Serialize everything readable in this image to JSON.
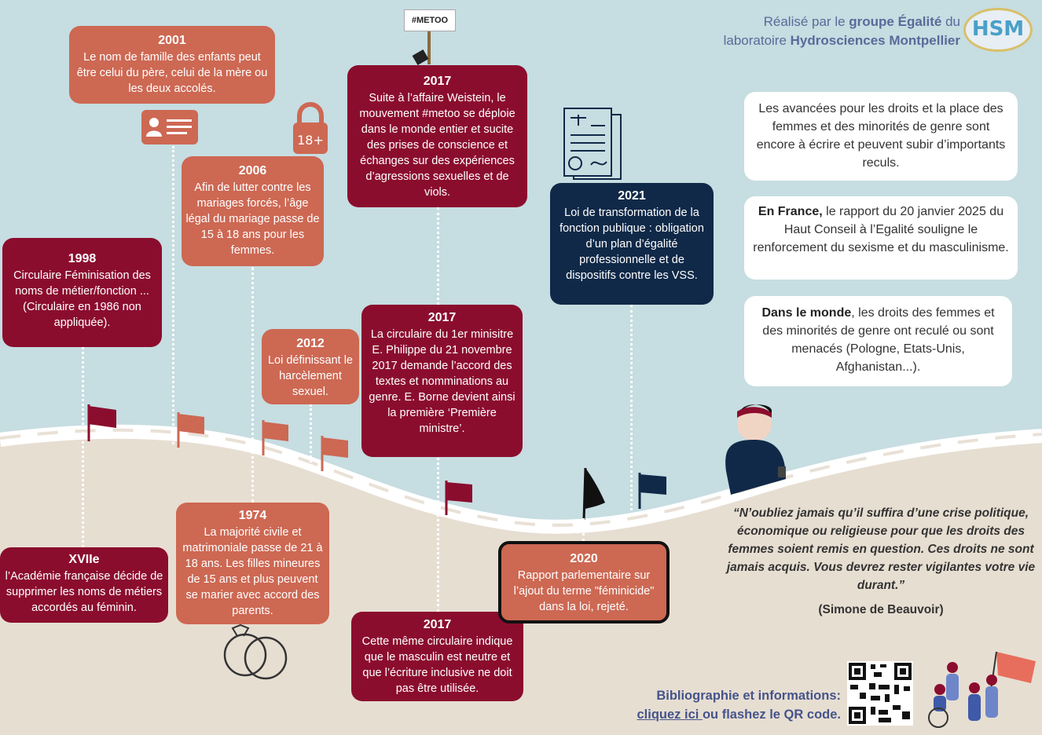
{
  "header": {
    "line1_prefix": "Réalisé par le ",
    "line1_bold": "groupe Égalité",
    "line1_suffix": " du",
    "line2_prefix": "laboratoire ",
    "line2_bold": "Hydrosciences Montpellier",
    "logo": "HSM"
  },
  "metoo_sign": "#METOO",
  "events": {
    "e1998": {
      "year": "1998",
      "text": "Circulaire Féminisation des noms de métier/fonction ... (Circulaire en 1986 non appliquée)."
    },
    "e2001": {
      "year": "2001",
      "text": "Le nom de famille des enfants peut être celui du père, celui de la mère ou les deux accolés."
    },
    "e2006": {
      "year": "2006",
      "text": "Afin de lutter contre les mariages forcés, l’âge légal du mariage passe de 15 à 18 ans pour les femmes."
    },
    "e2012": {
      "year": "2012",
      "text": "Loi définissant le harcèlement sexuel."
    },
    "e2017a": {
      "year": "2017",
      "text": "Suite à l’affaire Weistein, le mouvement #metoo se déploie dans le monde entier et sucite des prises de conscience et échanges sur des expériences d’agressions sexuelles et de viols."
    },
    "e2017b": {
      "year": "2017",
      "text": "La circulaire du 1er minisitre E. Philippe du 21 novembre 2017 demande l’accord des textes et nomminations au genre. E. Borne devient ainsi la première ‘Première ministre’."
    },
    "e2021": {
      "year": "2021",
      "text": "Loi de transformation de la fonction publique : obligation d’un plan d’égalité professionnelle et de dispositifs contre les VSS."
    },
    "eXVII": {
      "year": "XVIIe",
      "text": "l’Académie française décide de supprimer les noms de métiers accordés au féminin."
    },
    "e1974": {
      "year": "1974",
      "text": "La majorité civile et matrimoniale passe de 21 à 18 ans. Les filles mineures de 15 ans et plus peuvent se marier avec accord des parents."
    },
    "e2017c": {
      "year": "2017",
      "text": "Cette même circulaire indique que le masculin est neutre et que l’écriture inclusive ne doit pas être utilisée."
    },
    "e2020": {
      "year": "2020",
      "text": "Rapport parlementaire sur l’ajout du terme \"féminicide\" dans la loi, rejeté."
    }
  },
  "info": {
    "box1": "Les avancées pour les droits et la place des femmes et des minorités de genre sont encore à écrire et peuvent subir d’importants reculs.",
    "box2_bold": "En France,",
    "box2_text": " le rapport du 20 janvier 2025 du Haut Conseil à l’Egalité souligne le renforcement du sexisme et du masculinisme.",
    "box3_bold": "Dans le monde",
    "box3_text": ", les droits des femmes et des minorités de genre ont reculé ou sont menacés (Pologne, Etats-Unis, Afghanistan...)."
  },
  "quote": {
    "text": "“N’oubliez jamais qu’il suffira d’une crise politique, économique ou religieuse pour que les droits des femmes soient remis en question. Ces droits ne sont jamais acquis. Vous devrez rester vigilantes votre vie durant.”",
    "author": "(Simone de Beauvoir)"
  },
  "biblio": {
    "line1": "Bibliographie et informations:",
    "link": "cliquez ici ",
    "rest": "ou flashez le QR code."
  },
  "icons": {
    "id_card": "id-card-icon",
    "lock": "lock-18-icon",
    "lock_label": "18+",
    "document": "legal-document-icon",
    "rings": "rings-icon",
    "qr": "qr-code-icon",
    "woman": "writing-woman-illustration",
    "crowd": "protest-women-illustration"
  },
  "colors": {
    "sky": "#c6dde1",
    "ground": "#e7ded2",
    "red": "#8b0d2e",
    "terra": "#cd6853",
    "navy": "#102948"
  }
}
